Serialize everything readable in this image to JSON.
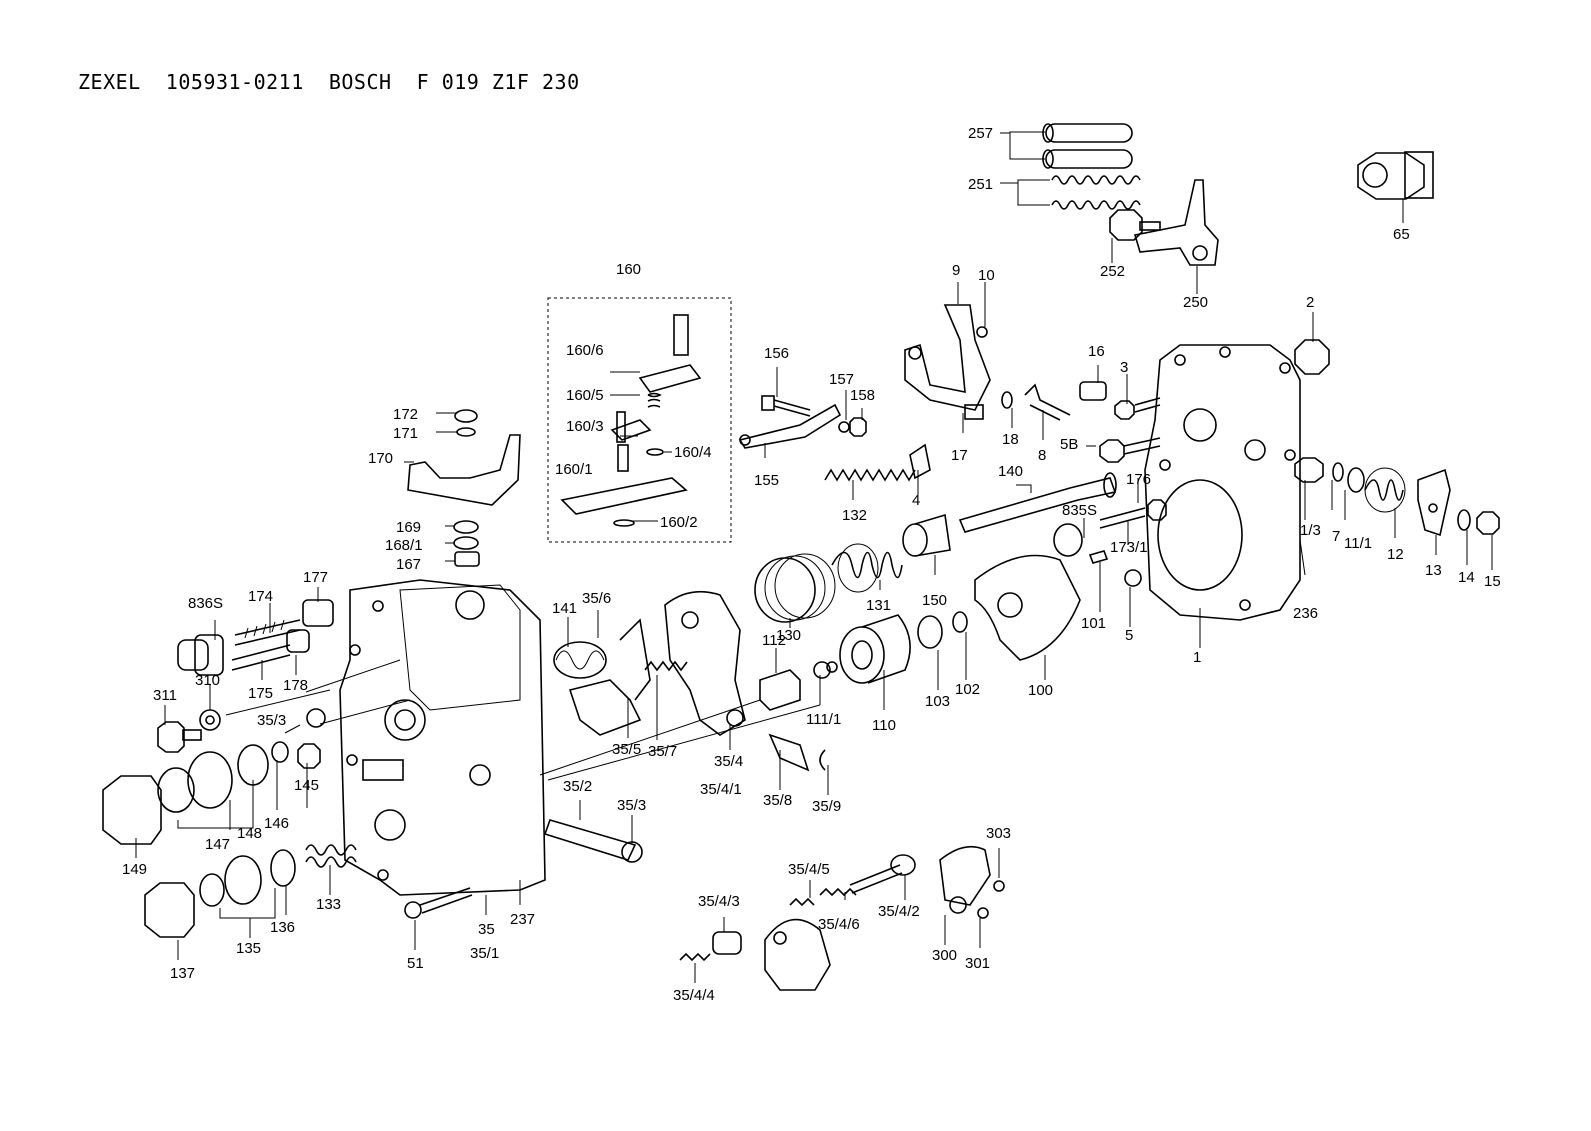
{
  "title": "ZEXEL  105931-0211  BOSCH  F 019 Z1F 230",
  "diagram": {
    "labels": [
      {
        "id": "257",
        "text": "257"
      },
      {
        "id": "251",
        "text": "251"
      },
      {
        "id": "252",
        "text": "252"
      },
      {
        "id": "250",
        "text": "250"
      },
      {
        "id": "65",
        "text": "65"
      },
      {
        "id": "160",
        "text": "160"
      },
      {
        "id": "160-6",
        "text": "160/6"
      },
      {
        "id": "160-5",
        "text": "160/5"
      },
      {
        "id": "160-3",
        "text": "160/3"
      },
      {
        "id": "160-4",
        "text": "160/4"
      },
      {
        "id": "160-1",
        "text": "160/1"
      },
      {
        "id": "160-2",
        "text": "160/2"
      },
      {
        "id": "9",
        "text": "9"
      },
      {
        "id": "10",
        "text": "10"
      },
      {
        "id": "2",
        "text": "2"
      },
      {
        "id": "156",
        "text": "156"
      },
      {
        "id": "157",
        "text": "157"
      },
      {
        "id": "158",
        "text": "158"
      },
      {
        "id": "16",
        "text": "16"
      },
      {
        "id": "3",
        "text": "3"
      },
      {
        "id": "172",
        "text": "172"
      },
      {
        "id": "171",
        "text": "171"
      },
      {
        "id": "170",
        "text": "170"
      },
      {
        "id": "155",
        "text": "155"
      },
      {
        "id": "132",
        "text": "132"
      },
      {
        "id": "4",
        "text": "4"
      },
      {
        "id": "17",
        "text": "17"
      },
      {
        "id": "18",
        "text": "18"
      },
      {
        "id": "8",
        "text": "8"
      },
      {
        "id": "5B",
        "text": "5B"
      },
      {
        "id": "140",
        "text": "140"
      },
      {
        "id": "176",
        "text": "176"
      },
      {
        "id": "7",
        "text": "7"
      },
      {
        "id": "11-1",
        "text": "11/1"
      },
      {
        "id": "12",
        "text": "12"
      },
      {
        "id": "13",
        "text": "13"
      },
      {
        "id": "14",
        "text": "14"
      },
      {
        "id": "15",
        "text": "15"
      },
      {
        "id": "1-3",
        "text": "1/3"
      },
      {
        "id": "236",
        "text": "236"
      },
      {
        "id": "169",
        "text": "169"
      },
      {
        "id": "168-1",
        "text": "168/1"
      },
      {
        "id": "167",
        "text": "167"
      },
      {
        "id": "835S",
        "text": "835S"
      },
      {
        "id": "173-1",
        "text": "173/1"
      },
      {
        "id": "150",
        "text": "150"
      },
      {
        "id": "131",
        "text": "131"
      },
      {
        "id": "130",
        "text": "130"
      },
      {
        "id": "836S",
        "text": "836S"
      },
      {
        "id": "174",
        "text": "174"
      },
      {
        "id": "177",
        "text": "177"
      },
      {
        "id": "141",
        "text": "141"
      },
      {
        "id": "35-6",
        "text": "35/6"
      },
      {
        "id": "101",
        "text": "101"
      },
      {
        "id": "5",
        "text": "5"
      },
      {
        "id": "1",
        "text": "1"
      },
      {
        "id": "311",
        "text": "311"
      },
      {
        "id": "310",
        "text": "310"
      },
      {
        "id": "175",
        "text": "175"
      },
      {
        "id": "178",
        "text": "178"
      },
      {
        "id": "112",
        "text": "112"
      },
      {
        "id": "102",
        "text": "102"
      },
      {
        "id": "103",
        "text": "103"
      },
      {
        "id": "110",
        "text": "110"
      },
      {
        "id": "100",
        "text": "100"
      },
      {
        "id": "111-1",
        "text": "111/1"
      },
      {
        "id": "35-3a",
        "text": "35/3"
      },
      {
        "id": "35-5",
        "text": "35/5"
      },
      {
        "id": "35-7",
        "text": "35/7"
      },
      {
        "id": "35-4",
        "text": "35/4"
      },
      {
        "id": "35-4-1",
        "text": "35/4/1"
      },
      {
        "id": "35-8",
        "text": "35/8"
      },
      {
        "id": "35-9",
        "text": "35/9"
      },
      {
        "id": "146",
        "text": "146"
      },
      {
        "id": "145",
        "text": "145"
      },
      {
        "id": "147",
        "text": "147"
      },
      {
        "id": "148",
        "text": "148"
      },
      {
        "id": "149",
        "text": "149"
      },
      {
        "id": "35-2",
        "text": "35/2"
      },
      {
        "id": "35-3b",
        "text": "35/3"
      },
      {
        "id": "303",
        "text": "303"
      },
      {
        "id": "35-4-5",
        "text": "35/4/5"
      },
      {
        "id": "35-4-3",
        "text": "35/4/3"
      },
      {
        "id": "35-4-6",
        "text": "35/4/6"
      },
      {
        "id": "35-4-2",
        "text": "35/4/2"
      },
      {
        "id": "300",
        "text": "300"
      },
      {
        "id": "301",
        "text": "301"
      },
      {
        "id": "35-4-4",
        "text": "35/4/4"
      },
      {
        "id": "133",
        "text": "133"
      },
      {
        "id": "136",
        "text": "136"
      },
      {
        "id": "135",
        "text": "135"
      },
      {
        "id": "137",
        "text": "137"
      },
      {
        "id": "51",
        "text": "51"
      },
      {
        "id": "35",
        "text": "35"
      },
      {
        "id": "35-1",
        "text": "35/1"
      },
      {
        "id": "237",
        "text": "237"
      }
    ]
  }
}
